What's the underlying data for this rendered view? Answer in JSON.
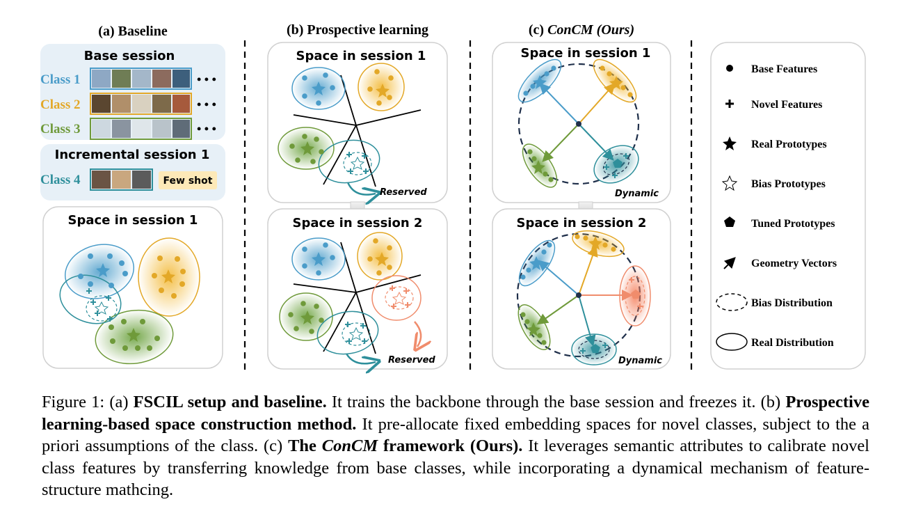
{
  "panels": {
    "a": {
      "title": "(a) Baseline",
      "base_session": "Base session",
      "classes": [
        {
          "label": "Class 1",
          "color": "#4a9cc9"
        },
        {
          "label": "Class 2",
          "color": "#e3a827"
        },
        {
          "label": "Class 3",
          "color": "#6f9a3a"
        }
      ],
      "incremental_session": "Incremental session 1",
      "class4": {
        "label": "Class 4",
        "color": "#2e8f9b"
      },
      "few_shot": "Few shot",
      "ellipsis": "• • •",
      "space": "Space in session 1"
    },
    "b": {
      "title": "(b) Prospective learning",
      "space1": "Space in session 1",
      "space2": "Space in session 2",
      "reserved": "Reserved"
    },
    "c": {
      "title_prefix": "(c) ",
      "title_italic": "ConCM (Ours)",
      "space1": "Space in session 1",
      "space2": "Space in session 2",
      "dynamic": "Dynamic"
    }
  },
  "legend": [
    {
      "label": "Base Features",
      "icon": "dot-icon"
    },
    {
      "label": "Novel Features",
      "icon": "plus-icon"
    },
    {
      "label": "Real Prototypes",
      "icon": "star-icon"
    },
    {
      "label": "Bias Prototypes",
      "icon": "outline-star-icon"
    },
    {
      "label": "Tuned Prototypes",
      "icon": "pentagon-icon"
    },
    {
      "label": "Geometry Vectors",
      "icon": "arrow-icon"
    },
    {
      "label": "Bias Distribution",
      "icon": "dashed-ellipse-icon"
    },
    {
      "label": "Real Distribution",
      "icon": "ellipse-icon"
    }
  ],
  "caption": {
    "p1": "Figure 1: (a) ",
    "b1": "FSCIL setup and baseline.",
    "p2": " It trains the backbone through the base session and freezes it. (b) ",
    "b2": "Prospective learning-based space construction method.",
    "p3": " It pre-allocate fixed embedding spaces for novel classes, subject to the a priori assumptions of the class. (c) ",
    "b3a": "The ",
    "b3i": "ConCM",
    "b3b": " framework (Ours).",
    "p4": " It leverages semantic attributes to calibrate novel class features by transferring knowledge from base classes, while incorporating a dynamical mechanism of feature-structure mathcing."
  },
  "colors": {
    "blue": "#4a9cc9",
    "yellow": "#e3a827",
    "green": "#6f9a3a",
    "teal": "#2e8f9b",
    "salmon": "#f08c6c",
    "navy": "#1f2f4a"
  }
}
